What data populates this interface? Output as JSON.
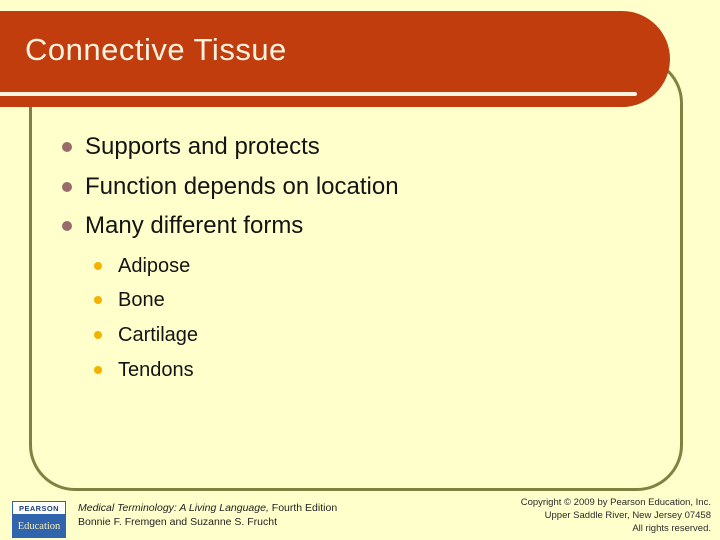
{
  "slide": {
    "title": "Connective Tissue",
    "content": {
      "bullets_l1": [
        "Supports and protects",
        "Function depends on location",
        "Many different forms"
      ],
      "bullets_l2": [
        "Adipose",
        "Bone",
        "Cartilage",
        "Tendons"
      ]
    },
    "footer": {
      "logo": {
        "top": "PEARSON",
        "bottom": "Education"
      },
      "book_title_italic": "Medical Terminology: A Living Language,",
      "book_title_rest": " Fourth Edition",
      "authors": "Bonnie F. Fremgen and Suzanne S. Frucht",
      "copyright_lines": [
        "Copyright © 2009 by Pearson Education, Inc.",
        "Upper Saddle River, New Jersey 07458",
        "All rights reserved."
      ]
    },
    "colors": {
      "background": "#FFFFCC",
      "title_bar": "#C13D0D",
      "title_text": "#FBF2DF",
      "frame_border": "#7F8142",
      "bullet_level1": "#9A6B6B",
      "bullet_level2": "#F5B100",
      "logo_blue": "#3064AD"
    }
  }
}
